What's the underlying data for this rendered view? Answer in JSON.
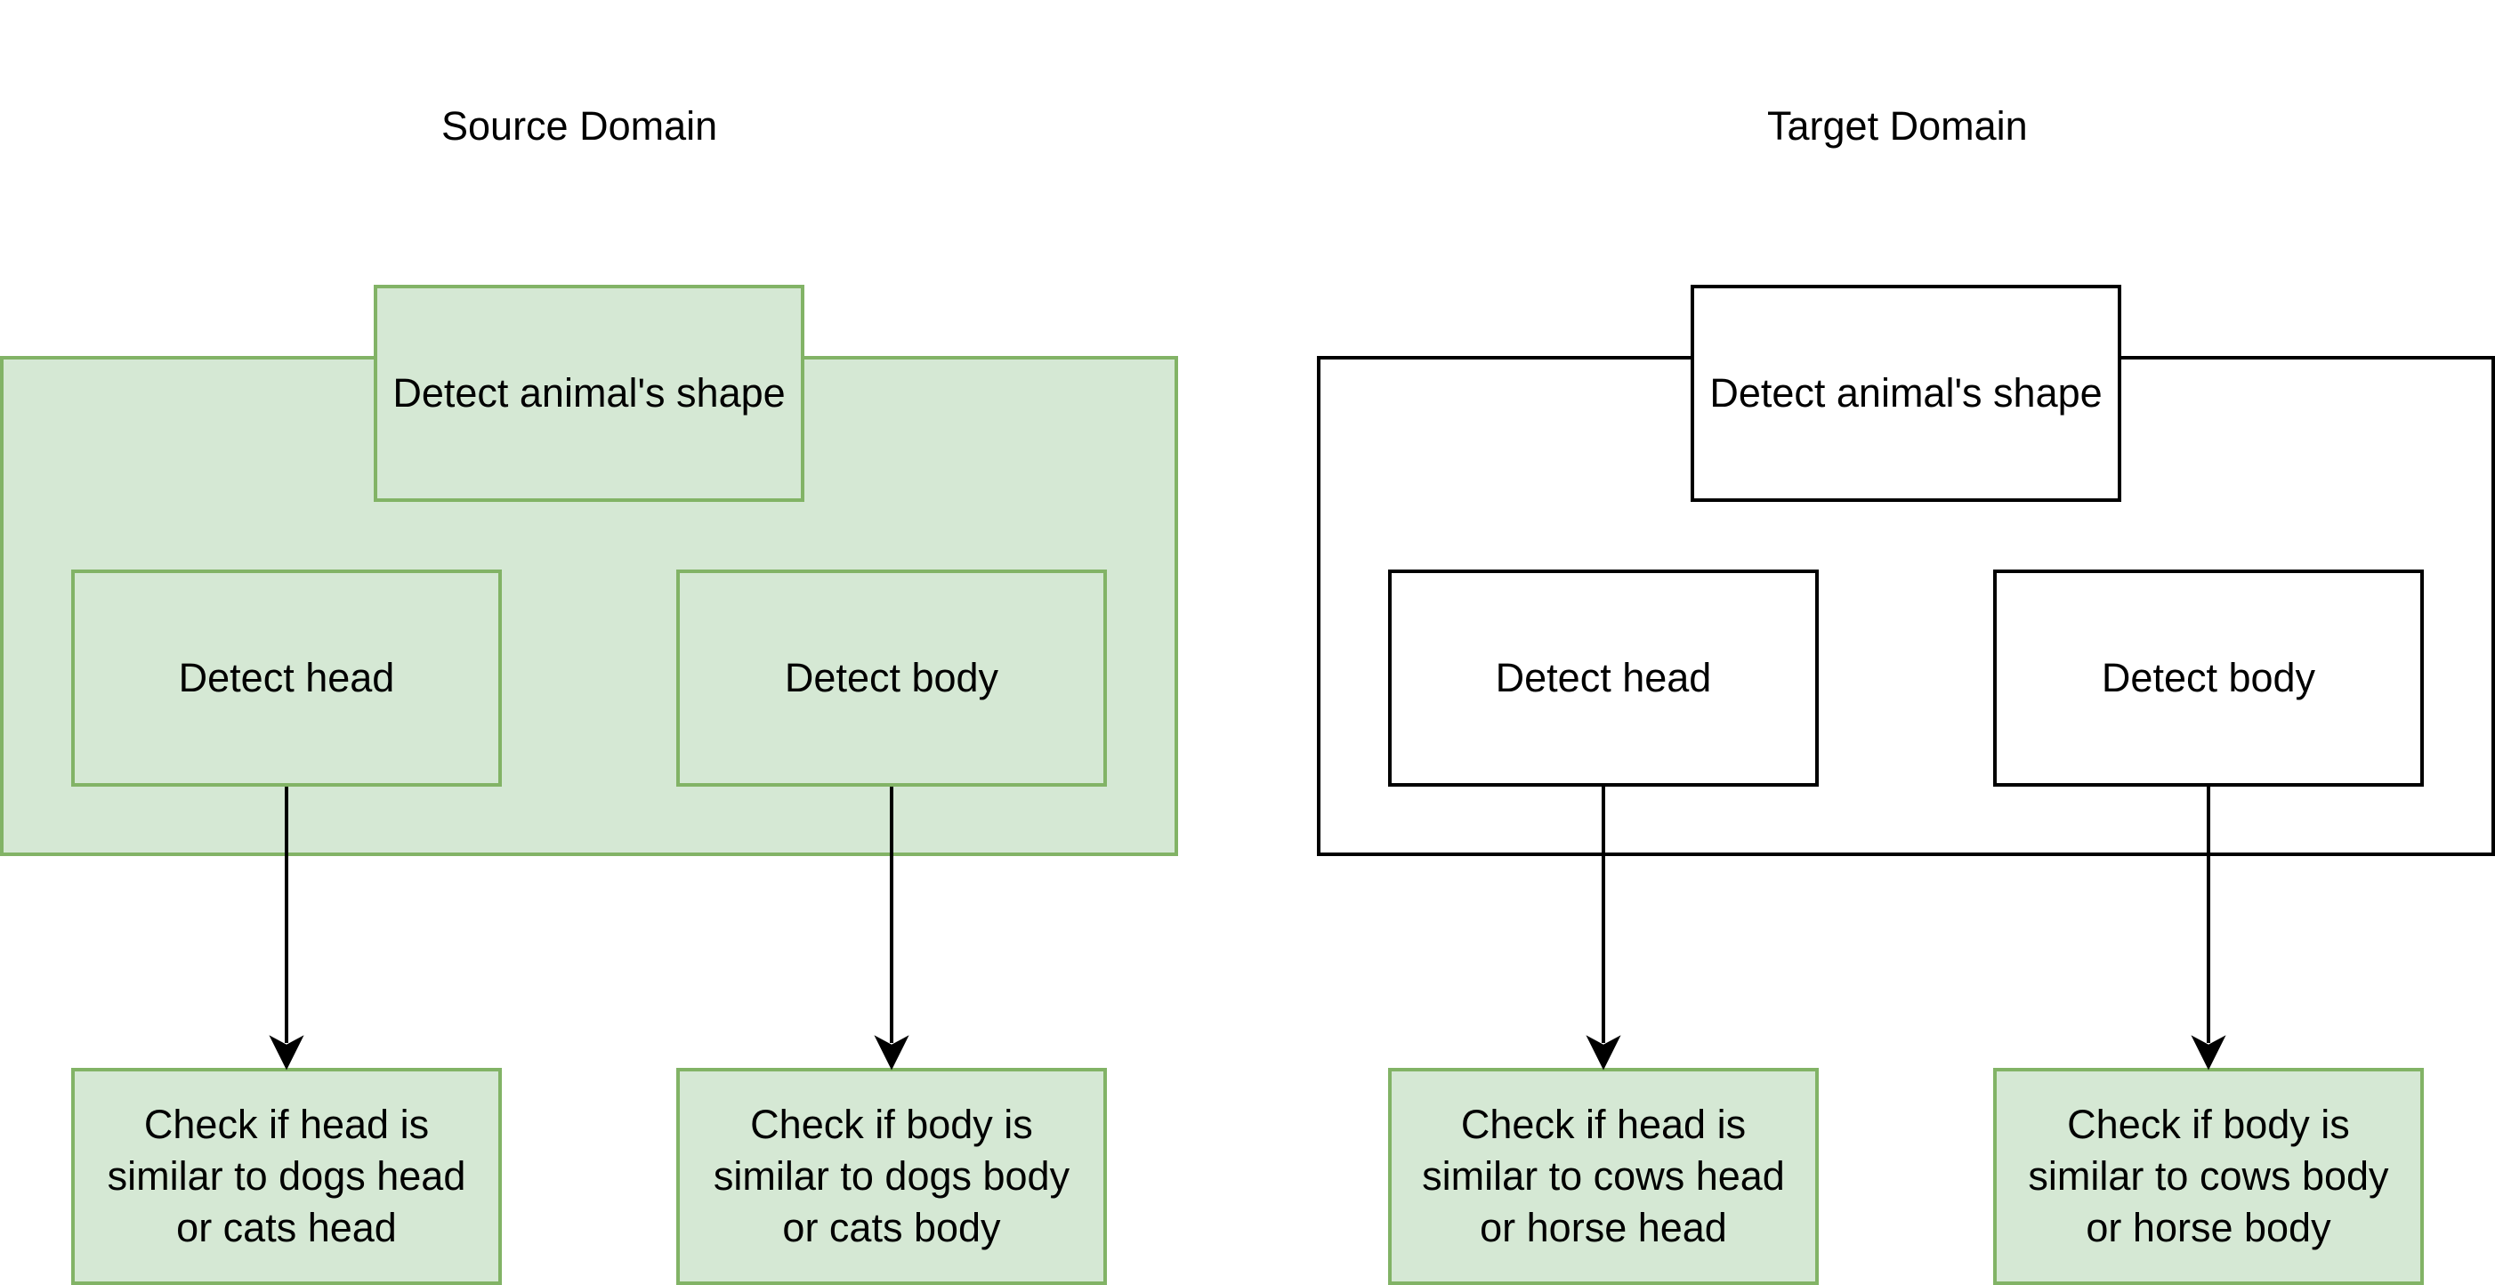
{
  "source": {
    "title": "Source Domain",
    "shape_label": "Detect animal's shape",
    "head_label": "Detect head",
    "body_label": "Detect body",
    "check_head": "Check if head is\nsimilar to dogs head\nor cats head",
    "check_body": "Check if body is\nsimilar to dogs body\nor cats body"
  },
  "target": {
    "title": "Target Domain",
    "shape_label": "Detect animal's shape",
    "head_label": "Detect head",
    "body_label": "Detect body",
    "check_head": "Check if head is\nsimilar to cows head\nor horse head",
    "check_body": "Check if body is\nsimilar to cows body\nor horse body"
  },
  "colors": {
    "green_fill": "#d5e8d4",
    "green_stroke": "#82b366",
    "black_stroke": "#000000"
  }
}
